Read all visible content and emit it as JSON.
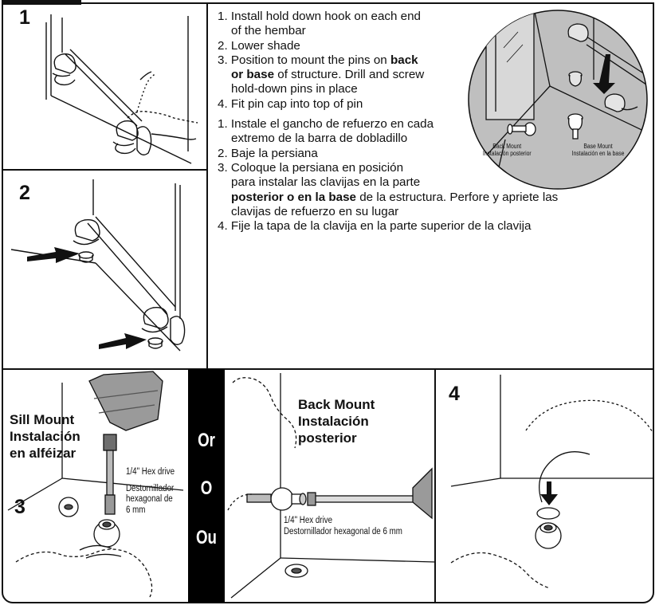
{
  "steps": {
    "s1": "1",
    "s2": "2",
    "s3": "3",
    "s4": "4"
  },
  "instructions_en": [
    "1. Install hold down hook on each end",
    "of the hembar",
    "2. Lower shade",
    "3. Position to mount the pins on ",
    "back",
    "or base",
    " of structure. Drill and screw",
    "hold-down pins in place",
    "4. Fit pin cap into top of pin"
  ],
  "instructions_es": [
    "1. Instale el gancho de refuerzo en cada",
    "extremo de la barra de dobladillo",
    "2. Baje la persiana",
    "3. Coloque la persiana en posición",
    "para instalar las clavijas en la parte",
    "posterior o en la base",
    " de la estructura. Perfore y apriete las",
    "clavijas de refuerzo en su lugar",
    "4. Fije la tapa de la clavija en la parte superior de la clavija"
  ],
  "inset": {
    "back_mount_en": "Back Mount",
    "back_mount_es": "Instalación posterior",
    "base_mount_en": "Base Mount",
    "base_mount_es": "Instalación en la base"
  },
  "sill": {
    "title_en": "Sill Mount",
    "title_es1": "Instalación",
    "title_es2": "en alféizar",
    "drive_en": "1/4\" Hex drive",
    "drive_es1": "Destornillador",
    "drive_es2": "hexagonal de",
    "drive_es3": "6 mm"
  },
  "or_bar": {
    "en": "Or",
    "num": "O",
    "fr": "Ou"
  },
  "back": {
    "title_en": "Back Mount",
    "title_es1": "Instalación",
    "title_es2": "posterior",
    "drive_en": "1/4\" Hex drive",
    "drive_es": "Destornillador hexagonal de 6 mm"
  }
}
